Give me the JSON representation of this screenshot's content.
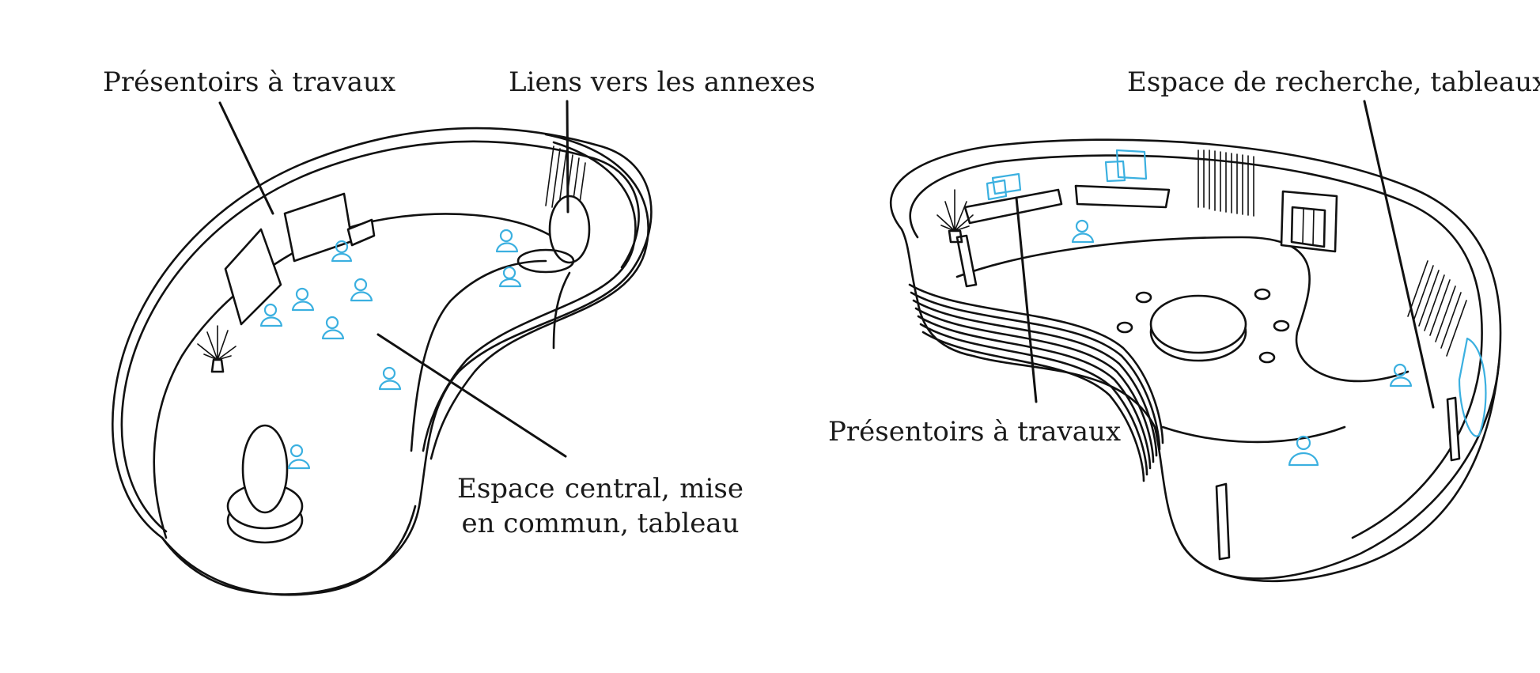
{
  "left_plan": {
    "labels": {
      "presentoirs": "Présentoirs à travaux",
      "liens": "Liens vers les annexes",
      "central_line1": "Espace central, mise",
      "central_line2": "en commun, tableau"
    }
  },
  "right_plan": {
    "labels": {
      "recherche": "Espace de recherche, tableaux",
      "presentoirs": "Présentoirs à travaux"
    }
  },
  "colors": {
    "ink": "#111111",
    "people_accent": "#3bb0e0",
    "background": "#ffffff"
  },
  "icons": [
    "plant-icon",
    "person-icon",
    "door-icon"
  ]
}
